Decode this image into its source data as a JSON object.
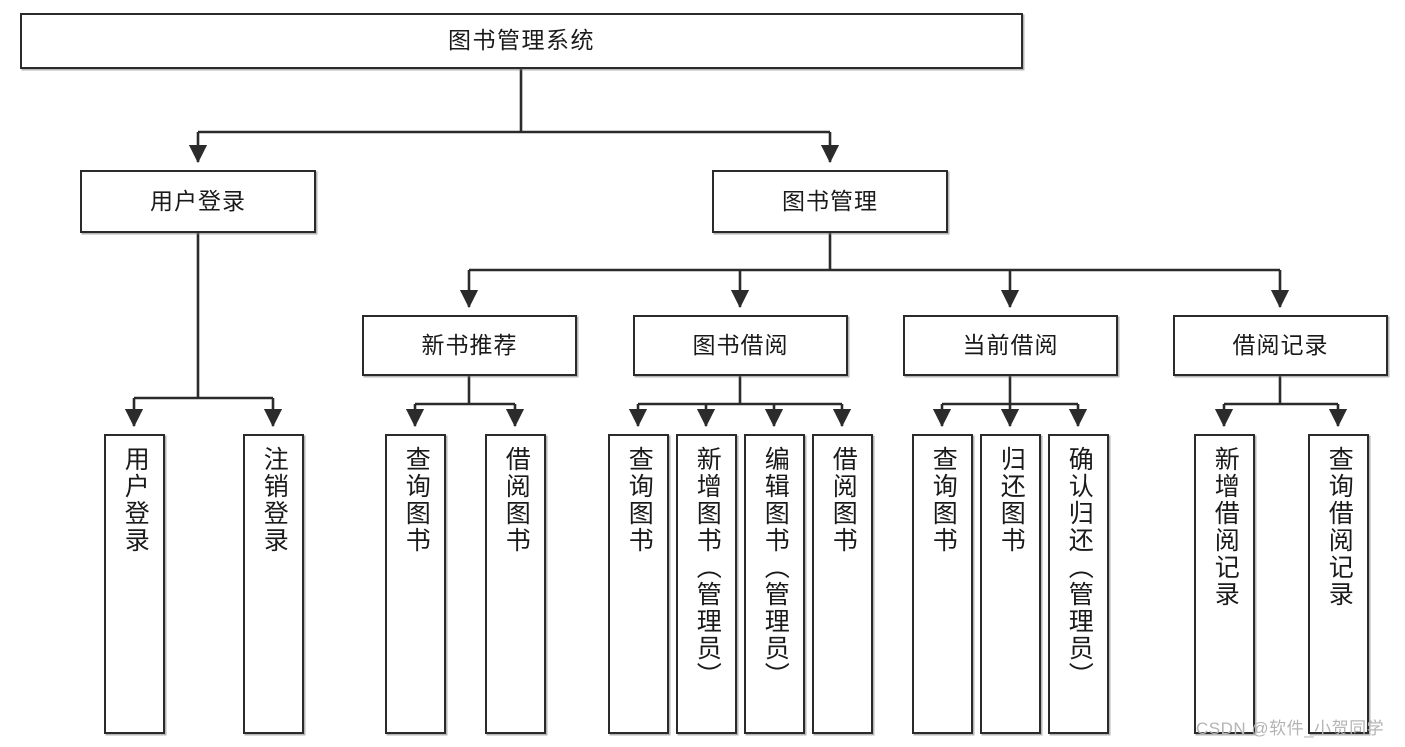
{
  "diagram": {
    "title": "图书管理系统",
    "type": "tree",
    "orientation": "top-down",
    "style": {
      "box_fill": "#ffffff",
      "box_stroke": "#2b2b2b",
      "edge_stroke": "#2b2b2b",
      "text_color": "#1a1a1a",
      "background": "#ffffff",
      "watermark_color": "#b4b4b4"
    },
    "watermark": "CSDN @软件_小贺同学",
    "nodes": {
      "root": {
        "label": "图书管理系统",
        "level": 0
      },
      "user_login": {
        "label": "用户登录",
        "level": 1
      },
      "book_manage": {
        "label": "图书管理",
        "level": 1
      },
      "new_book_rec": {
        "label": "新书推荐",
        "level": 2
      },
      "book_borrow": {
        "label": "图书借阅",
        "level": 2
      },
      "current_borrow": {
        "label": "当前借阅",
        "level": 2
      },
      "borrow_record": {
        "label": "借阅记录",
        "level": 2
      },
      "leaf_user_login": {
        "label": "用户登录",
        "level": 3
      },
      "leaf_logout": {
        "label": "注销登录",
        "level": 3
      },
      "leaf_query_book_1": {
        "label": "查询图书",
        "level": 3
      },
      "leaf_borrow_book_1": {
        "label": "借阅图书",
        "level": 3
      },
      "leaf_query_book_2": {
        "label": "查询图书",
        "level": 3
      },
      "leaf_add_book": {
        "label": "新增图书（管理员）",
        "level": 3
      },
      "leaf_edit_book": {
        "label": "编辑图书（管理员）",
        "level": 3
      },
      "leaf_borrow_book_2": {
        "label": "借阅图书",
        "level": 3
      },
      "leaf_query_book_3": {
        "label": "查询图书",
        "level": 3
      },
      "leaf_return_book": {
        "label": "归还图书",
        "level": 3
      },
      "leaf_confirm_return": {
        "label": "确认归还（管理员）",
        "level": 3
      },
      "leaf_add_record": {
        "label": "新增借阅记录",
        "level": 3
      },
      "leaf_query_record": {
        "label": "查询借阅记录",
        "level": 3
      }
    },
    "edges": [
      {
        "from": "root",
        "to": "user_login"
      },
      {
        "from": "root",
        "to": "book_manage"
      },
      {
        "from": "user_login",
        "to": "leaf_user_login"
      },
      {
        "from": "user_login",
        "to": "leaf_logout"
      },
      {
        "from": "book_manage",
        "to": "new_book_rec"
      },
      {
        "from": "book_manage",
        "to": "book_borrow"
      },
      {
        "from": "book_manage",
        "to": "current_borrow"
      },
      {
        "from": "book_manage",
        "to": "borrow_record"
      },
      {
        "from": "new_book_rec",
        "to": "leaf_query_book_1"
      },
      {
        "from": "new_book_rec",
        "to": "leaf_borrow_book_1"
      },
      {
        "from": "book_borrow",
        "to": "leaf_query_book_2"
      },
      {
        "from": "book_borrow",
        "to": "leaf_add_book"
      },
      {
        "from": "book_borrow",
        "to": "leaf_edit_book"
      },
      {
        "from": "book_borrow",
        "to": "leaf_borrow_book_2"
      },
      {
        "from": "current_borrow",
        "to": "leaf_query_book_3"
      },
      {
        "from": "current_borrow",
        "to": "leaf_return_book"
      },
      {
        "from": "current_borrow",
        "to": "leaf_confirm_return"
      },
      {
        "from": "borrow_record",
        "to": "leaf_add_record"
      },
      {
        "from": "borrow_record",
        "to": "leaf_query_record"
      }
    ]
  }
}
